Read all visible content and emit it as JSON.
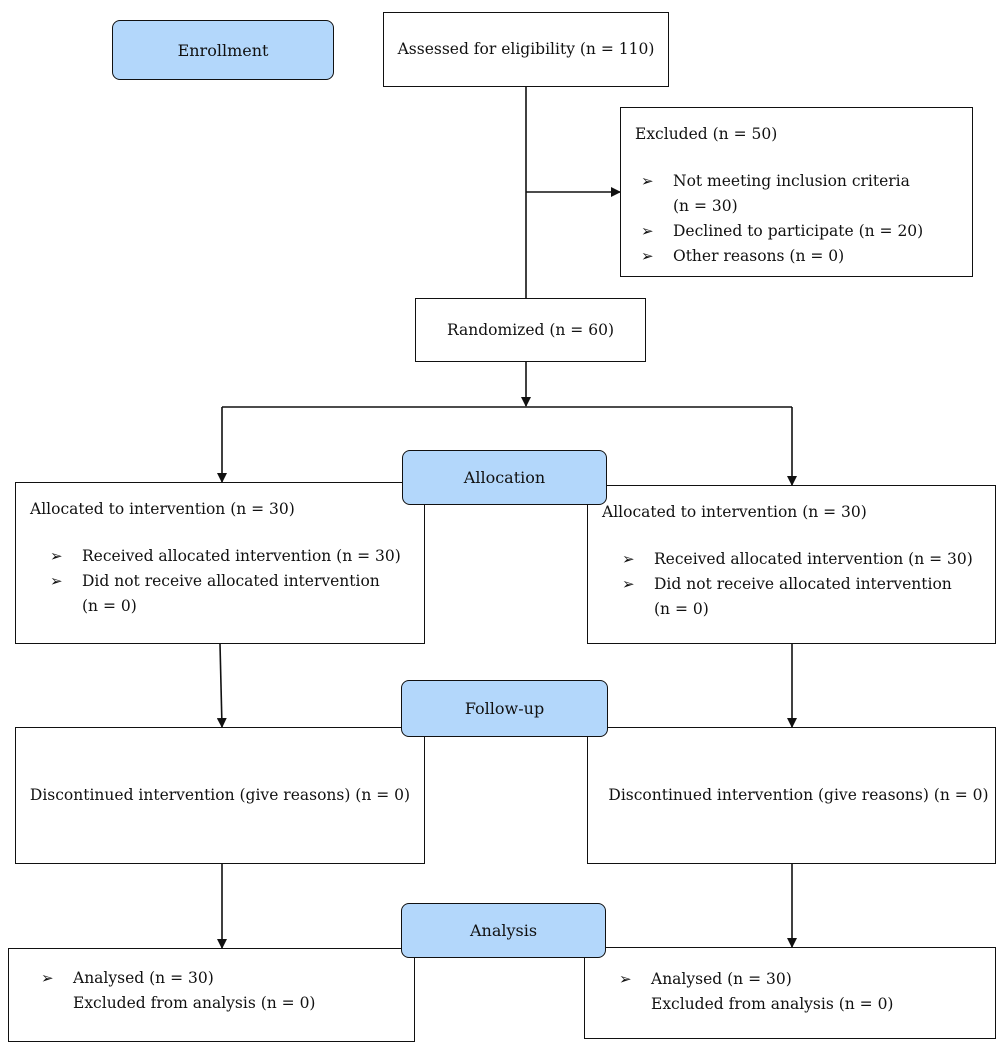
{
  "stages": {
    "enrollment": "Enrollment",
    "allocation": "Allocation",
    "follow_up": "Follow-up",
    "analysis": "Analysis"
  },
  "assessed": "Assessed for eligibility (n = 110)",
  "excluded": {
    "title": "Excluded (n = 50)",
    "items": [
      {
        "line1": "Not meeting inclusion criteria",
        "line2": "(n = 30)"
      },
      {
        "line1": "Declined to participate (n = 20)"
      },
      {
        "line1": "Other reasons (n = 0)"
      }
    ]
  },
  "randomized": "Randomized (n = 60)",
  "left": {
    "allocation_title": "Allocated to intervention (n = 30)",
    "allocation_items": [
      {
        "line1": "Received allocated intervention (n = 30)"
      },
      {
        "line1": "Did not receive allocated intervention",
        "line2": "(n = 0)"
      }
    ],
    "followup": "Discontinued intervention (give reasons) (n = 0)",
    "analysis_items": [
      {
        "line1": "Analysed (n = 30)",
        "line2": "Excluded from analysis (n = 0)"
      }
    ]
  },
  "right": {
    "allocation_title": "Allocated to intervention (n = 30)",
    "allocation_items": [
      {
        "line1": "Received allocated intervention (n = 30)"
      },
      {
        "line1": "Did not  receive allocated intervention",
        "line2": "(n = 0)"
      }
    ],
    "followup": "Discontinued intervention (give reasons) (n = 0)",
    "analysis_items": [
      {
        "line1": "Analysed (n = 30)",
        "line2": "Excluded from analysis (n = 0)"
      }
    ]
  },
  "colors": {
    "stage_fill": "#b3d7fb",
    "line": "#111111"
  }
}
